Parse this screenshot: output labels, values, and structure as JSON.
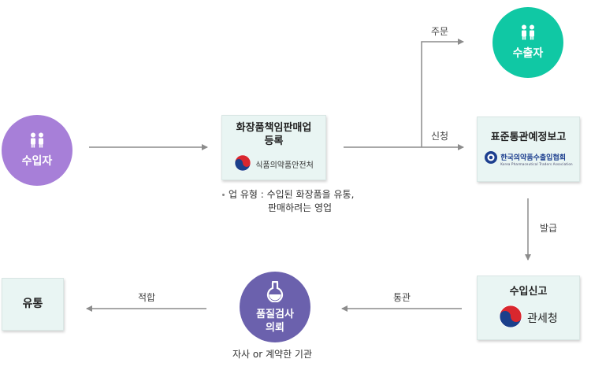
{
  "nodes": {
    "importer": "수입자",
    "exporter": "수출자",
    "registration": "화장품책임판매업\n등록",
    "mfds_logo": "식품의약품안전처",
    "standard_report": "표준통관예정보고",
    "kpta_logo": "한국의약품수출입협회",
    "kpta_logo_en": "Korea Pharmaceutical Traders Association",
    "import_declaration": "수입신고",
    "customs_logo": "관세청",
    "quality_request": "품질검사\n의뢰",
    "distribution": "유통"
  },
  "edges": {
    "order": "주문",
    "apply": "신청",
    "issue": "발급",
    "clearance": "통관",
    "conform": "적합"
  },
  "notes": {
    "business_type_1": "업 유형 : 수입된 화장품을 유통,",
    "business_type_2": "판매하려는 영업",
    "lab": "자사 or 계약한 기관"
  },
  "colors": {
    "importer": "#a77fd8",
    "exporter": "#10c8a4",
    "quality": "#6b61ad",
    "box_fill": "#e9f5f3",
    "arrow": "#8c8c8c"
  }
}
